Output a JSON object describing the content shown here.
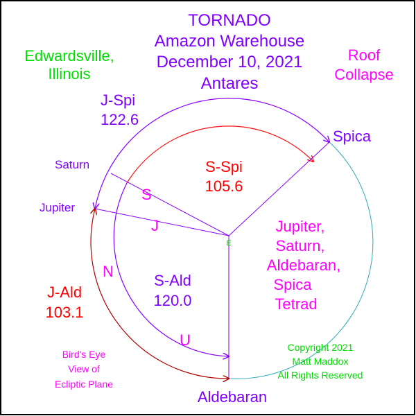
{
  "colors": {
    "frame": "#000000",
    "title": "#8000ff",
    "green": "#00dd00",
    "magenta": "#ff00ff",
    "red": "#ff0000",
    "orbit_teal": "#2ea8b8",
    "orbit_blue": "#3d4bff",
    "arc_purple": "#8a00ff",
    "arc_red": "#ff1010",
    "arc_darkred": "#b00000"
  },
  "title": {
    "line1": "TORNADO",
    "line2": "Amazon Warehouse",
    "line3": "December 10, 2021",
    "line4": "Antares"
  },
  "location": {
    "line1": "Edwardsville,",
    "line2": "Illinois"
  },
  "event": {
    "line1": "Roof",
    "line2": "Collapse"
  },
  "planets": {
    "saturn": "Saturn",
    "jupiter": "Jupiter"
  },
  "stars": {
    "spica": "Spica",
    "aldebaran": "Aldebaran"
  },
  "center_label": "E",
  "angles": {
    "j_spi": {
      "label": "J-Spi",
      "value": "122.6"
    },
    "s_spi": {
      "label": "S-Spi",
      "value": "105.6"
    },
    "s_ald": {
      "label": "S-Ald",
      "value": "120.0"
    },
    "j_ald": {
      "label": "J-Ald",
      "value": "103.1"
    }
  },
  "line_letters": {
    "s": "S",
    "j": "J",
    "n": "N",
    "u": "U"
  },
  "tetrad": {
    "line1": "Jupiter,",
    "line2": "Saturn,",
    "line3": "Aldebaran,",
    "line4": "Spica",
    "line5": "Tetrad"
  },
  "note": {
    "line1": "Bird's Eye",
    "line2": "View of",
    "line3": "Ecliptic Plane"
  },
  "copyright": {
    "line1": "Copyright 2021",
    "line2": "Matt Maddox",
    "line3": "All Rights Reserved"
  }
}
